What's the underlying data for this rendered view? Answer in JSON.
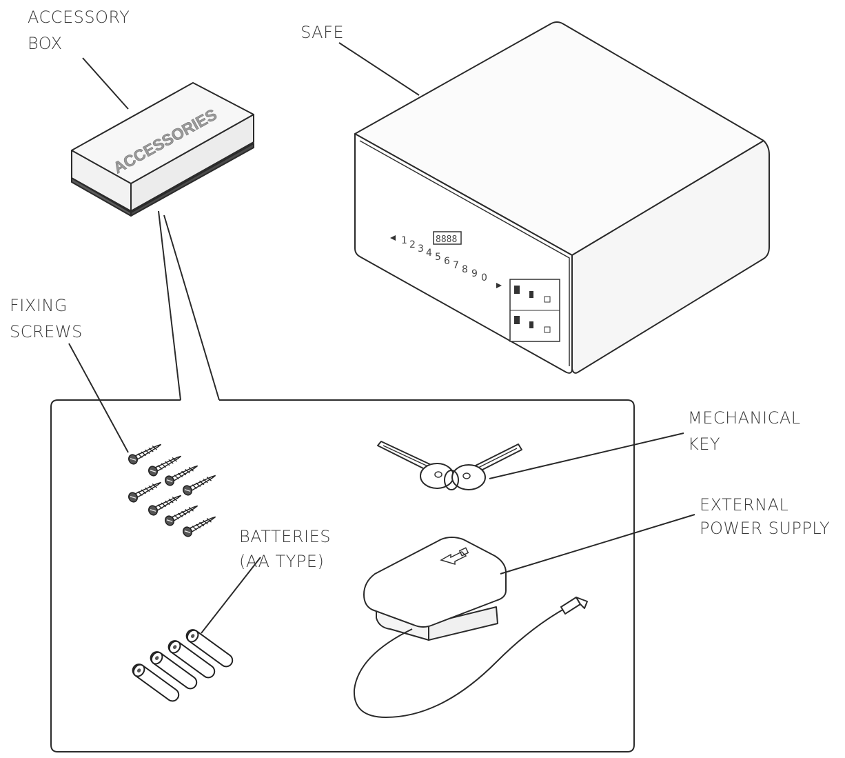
{
  "labels": {
    "accessory_box": [
      "ACCESSORY",
      "BOX"
    ],
    "safe": "SAFE",
    "fixing_screws": [
      "FIXING",
      "SCREWS"
    ],
    "mechanical_key": [
      "MECHANICAL",
      "KEY"
    ],
    "external_power_supply": [
      "EXTERNAL",
      "POWER SUPPLY"
    ],
    "batteries": [
      "BATTERIES",
      "(AA TYPE)"
    ]
  },
  "box_print": "ACCESSORIES",
  "safe_panel": {
    "display": "8888",
    "keypad_digits": [
      "1",
      "2",
      "3",
      "4",
      "5",
      "6",
      "7",
      "8",
      "9",
      "0"
    ]
  }
}
